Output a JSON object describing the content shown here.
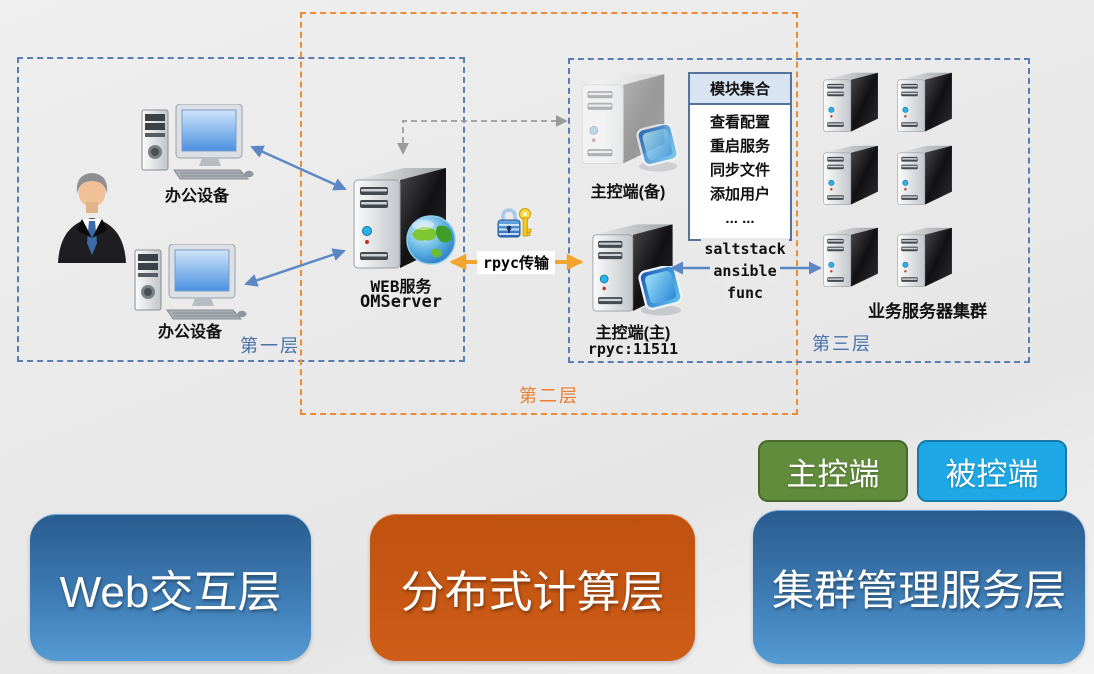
{
  "diagram": {
    "layers": [
      {
        "label": "第一层"
      },
      {
        "label": "第二层"
      },
      {
        "label": "第三层"
      }
    ],
    "office_devices": {
      "device1": "办公设备",
      "device2": "办公设备"
    },
    "web_server": {
      "name": "WEB服务",
      "subtitle": "OMServer"
    },
    "master_backup": {
      "label": "主控端(备)"
    },
    "master_primary": {
      "label": "主控端(主)",
      "port": "rpyc:11511"
    },
    "module_panel": {
      "title": "模块集合",
      "items": [
        "查看配置",
        "重启服务",
        "同步文件",
        "添加用户",
        "... ..."
      ]
    },
    "cluster": {
      "label": "业务服务器集群"
    },
    "links": {
      "rpyc": "rpyc传输",
      "tools": [
        "saltstack",
        "ansible",
        "func"
      ]
    }
  },
  "legend": {
    "master": "主控端",
    "minion": "被控端"
  },
  "bottom_panels": [
    {
      "label": "Web交互层"
    },
    {
      "label": "分布式计算层"
    },
    {
      "label": "集群管理服务层"
    }
  ],
  "colors": {
    "dash_blue": "#5a7db2",
    "dash_orange": "#ef8b33",
    "label_blue": "#4a72a8",
    "label_orange": "#ed7d31",
    "arrow_blue": "#5b87c5",
    "arrow_gray": "#9a9a9a",
    "arrow_orange": "#f2a431",
    "panel_blue_top": "#2a5c8f",
    "panel_blue_bottom": "#549ad3",
    "panel_orange_top": "#c05110",
    "panel_orange_bottom": "#cd5d17",
    "btn_green": "#618c3c",
    "btn_green_border": "#47692c",
    "btn_blue": "#1ea9e6",
    "btn_blue_border": "#1679a8",
    "module_border": "#54749c",
    "module_header_bg": "#d9e4f2"
  }
}
